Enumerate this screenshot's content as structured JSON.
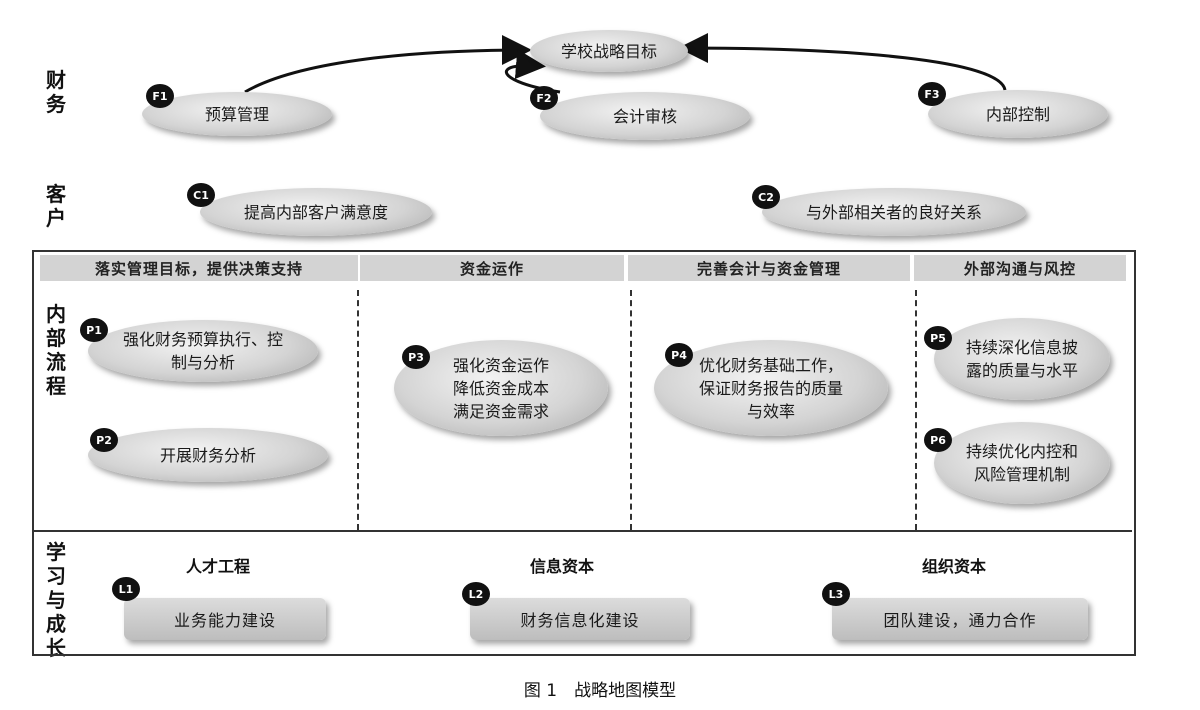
{
  "perspectives": {
    "finance": "财务",
    "customer": "客户",
    "internal": "内部流程",
    "learning": "学习与成长"
  },
  "goal": "学校战略目标",
  "finance": [
    {
      "badge": "F1",
      "label": "预算管理"
    },
    {
      "badge": "F2",
      "label": "会计审核"
    },
    {
      "badge": "F3",
      "label": "内部控制"
    }
  ],
  "customer": [
    {
      "badge": "C1",
      "label": "提高内部客户满意度"
    },
    {
      "badge": "C2",
      "label": "与外部相关者的良好关系"
    }
  ],
  "internal_headers": [
    "落实管理目标，提供决策支持",
    "资金运作",
    "完善会计与资金管理",
    "外部沟通与风控"
  ],
  "internal": [
    {
      "badge": "P1",
      "label": "强化财务预算执行、控制与分析"
    },
    {
      "badge": "P2",
      "label": "开展财务分析"
    },
    {
      "badge": "P3",
      "label": "强化资金运作降低资金成本满足资金需求"
    },
    {
      "badge": "P4",
      "label": "优化财务基础工作，保证财务报告的质量与效率"
    },
    {
      "badge": "P5",
      "label": "持续深化信息披露的质量与水平"
    },
    {
      "badge": "P6",
      "label": "持续优化内控和风险管理机制"
    }
  ],
  "learning_headers": [
    "人才工程",
    "信息资本",
    "组织资本"
  ],
  "learning": [
    {
      "badge": "L1",
      "label": "业务能力建设"
    },
    {
      "badge": "L2",
      "label": "财务信息化建设"
    },
    {
      "badge": "L3",
      "label": "团队建设，通力合作"
    }
  ],
  "caption": "图 1　战略地图模型"
}
